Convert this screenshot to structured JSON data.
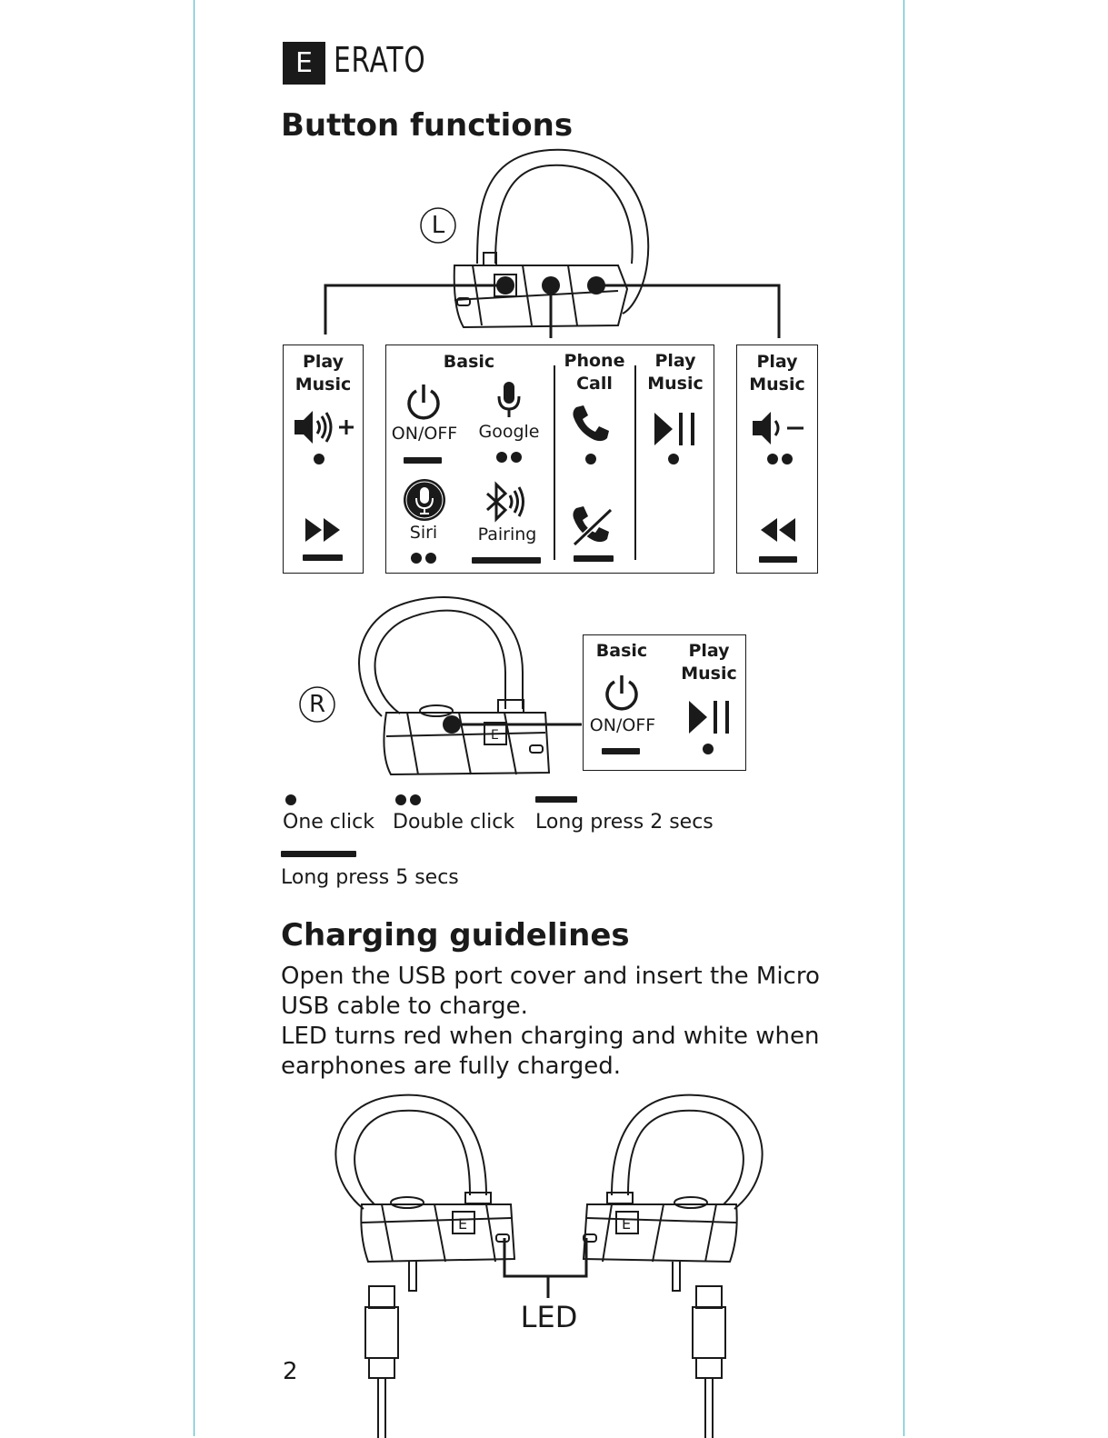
{
  "brand": {
    "logo_letter": "E",
    "name": "ERATO"
  },
  "button_functions": {
    "heading": "Button functions",
    "left_label": "L",
    "right_label": "R",
    "left_box": {
      "title": "Play Music",
      "press1": "one-click",
      "press2": "long-press-2s"
    },
    "center_box": {
      "basic_title": "Basic",
      "on_off": "ON/OFF",
      "google": "Google",
      "siri": "Siri",
      "pairing": "Pairing",
      "phone_title": "Phone Call",
      "play_title": "Play Music"
    },
    "right_box": {
      "title": "Play Music"
    },
    "r_box": {
      "basic_title": "Basic",
      "on_off": "ON/OFF",
      "play_title": "Play Music"
    }
  },
  "legend": {
    "one_click": "One click",
    "double_click": "Double click",
    "long_press_2": "Long press 2 secs",
    "long_press_5": "Long press 5 secs"
  },
  "charging": {
    "heading": "Charging guidelines",
    "para1": "Open the USB port cover and insert the Micro USB cable to charge.",
    "para2": "LED turns red when charging and white when earphones are fully charged.",
    "led_label": "LED"
  },
  "page_number": "2",
  "colors": {
    "ink": "#1a1a1a",
    "border": "#3fb8c9",
    "background": "#ffffff"
  }
}
